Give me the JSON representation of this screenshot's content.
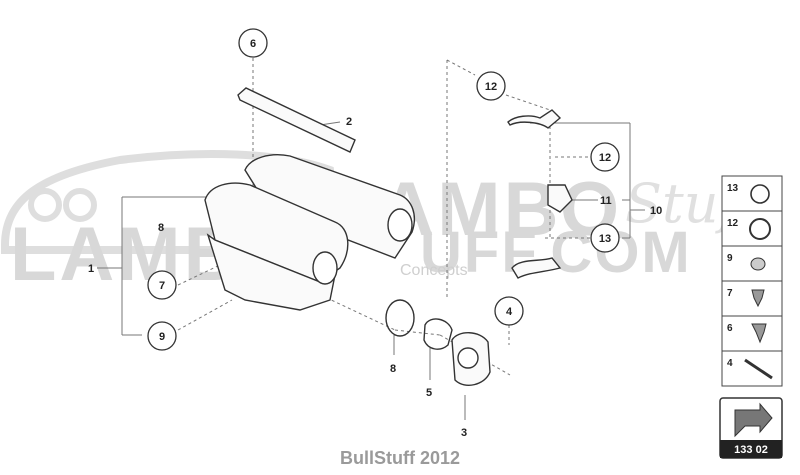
{
  "watermark": {
    "brand_left": "LAMB",
    "brand_right": "O",
    "brand_line2_a": "LAMB",
    "brand_line2_b": "UFF.COM",
    "brand_script": "Stuff",
    "tagline": "Concepts"
  },
  "callouts": [
    {
      "label": "6"
    },
    {
      "label": "12"
    },
    {
      "label": "12"
    },
    {
      "label": "13"
    },
    {
      "label": "7"
    },
    {
      "label": "9"
    },
    {
      "label": "4"
    }
  ],
  "labels": [
    {
      "label": "2"
    },
    {
      "label": "8"
    },
    {
      "label": "1"
    },
    {
      "label": "11"
    },
    {
      "label": "10"
    },
    {
      "label": "8"
    },
    {
      "label": "5"
    },
    {
      "label": "3"
    }
  ],
  "legend": [
    {
      "num": "13"
    },
    {
      "num": "12"
    },
    {
      "num": "9"
    },
    {
      "num": "7"
    },
    {
      "num": "6"
    },
    {
      "num": "4"
    }
  ],
  "page_code": "133 02",
  "footer": "BullStuff 2012"
}
